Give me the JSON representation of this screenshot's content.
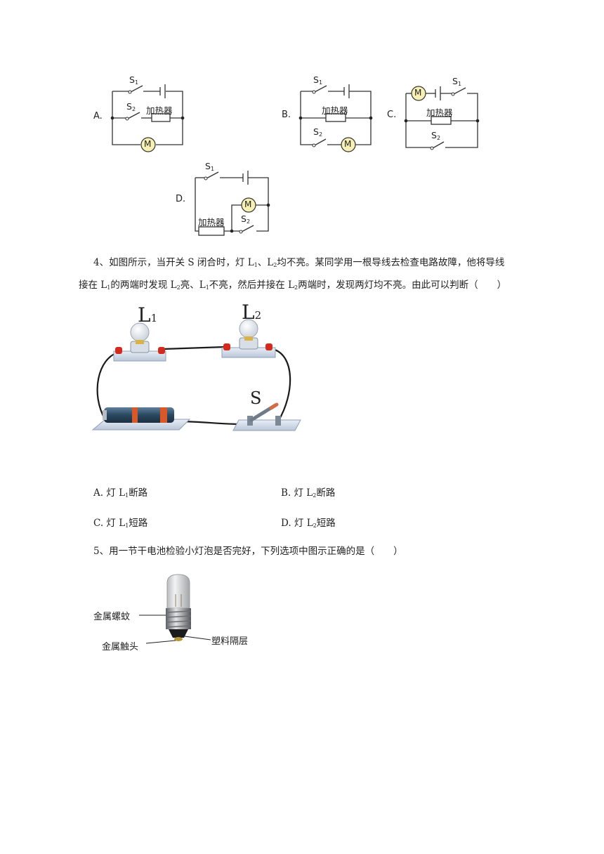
{
  "q3": {
    "options": [
      {
        "letter": "A.",
        "s1": "S",
        "s1_sub": "1",
        "s2": "S",
        "s2_sub": "2",
        "heater": "加热器",
        "motor": "M"
      },
      {
        "letter": "B.",
        "s1": "S",
        "s1_sub": "1",
        "s2": "S",
        "s2_sub": "2",
        "heater": "加热器",
        "motor": "M"
      },
      {
        "letter": "C.",
        "s1": "S",
        "s1_sub": "1",
        "s2": "S",
        "s2_sub": "2",
        "heater": "加热器",
        "motor": "M"
      },
      {
        "letter": "D.",
        "s1": "S",
        "s1_sub": "1",
        "s2": "S",
        "s2_sub": "2",
        "heater": "加热器",
        "motor": "M"
      }
    ]
  },
  "q4": {
    "line1_a": "4、如图所示，当开关 S 闭合时，灯 L",
    "line1_sub1": "1",
    "line1_b": "、L",
    "line1_sub2": "2",
    "line1_c": "均不亮。某同学用一根导线去检查电路故障，他将导线",
    "line2_a": "接在 L",
    "line2_sub1": "1",
    "line2_b": "的两端时发现 L",
    "line2_sub2": "2",
    "line2_c": "亮、L",
    "line2_sub3": "1",
    "line2_d": "不亮，然后并接在 L",
    "line2_sub4": "2",
    "line2_e": "两端时，发现两灯均不亮。由此可以判断（　　）",
    "figure": {
      "lamp1": "L",
      "lamp1_sub": "1",
      "lamp2": "L",
      "lamp2_sub": "2",
      "switch": "S"
    },
    "options": [
      {
        "a": "A. 灯 L",
        "sub": "1",
        "b": "断路"
      },
      {
        "a": "B. 灯 L",
        "sub": "2",
        "b": "断路"
      },
      {
        "a": "C. 灯 L",
        "sub": "1",
        "b": "短路"
      },
      {
        "a": "D. 灯 L",
        "sub": "2",
        "b": "短路"
      }
    ]
  },
  "q5": {
    "text": "5、用一节干电池检验小灯泡是否完好，下列选项中图示正确的是（　　）",
    "figure": {
      "label_thread": "金属螺蚊",
      "label_contact": "金属触头",
      "label_insulator": "塑料隔层"
    }
  }
}
